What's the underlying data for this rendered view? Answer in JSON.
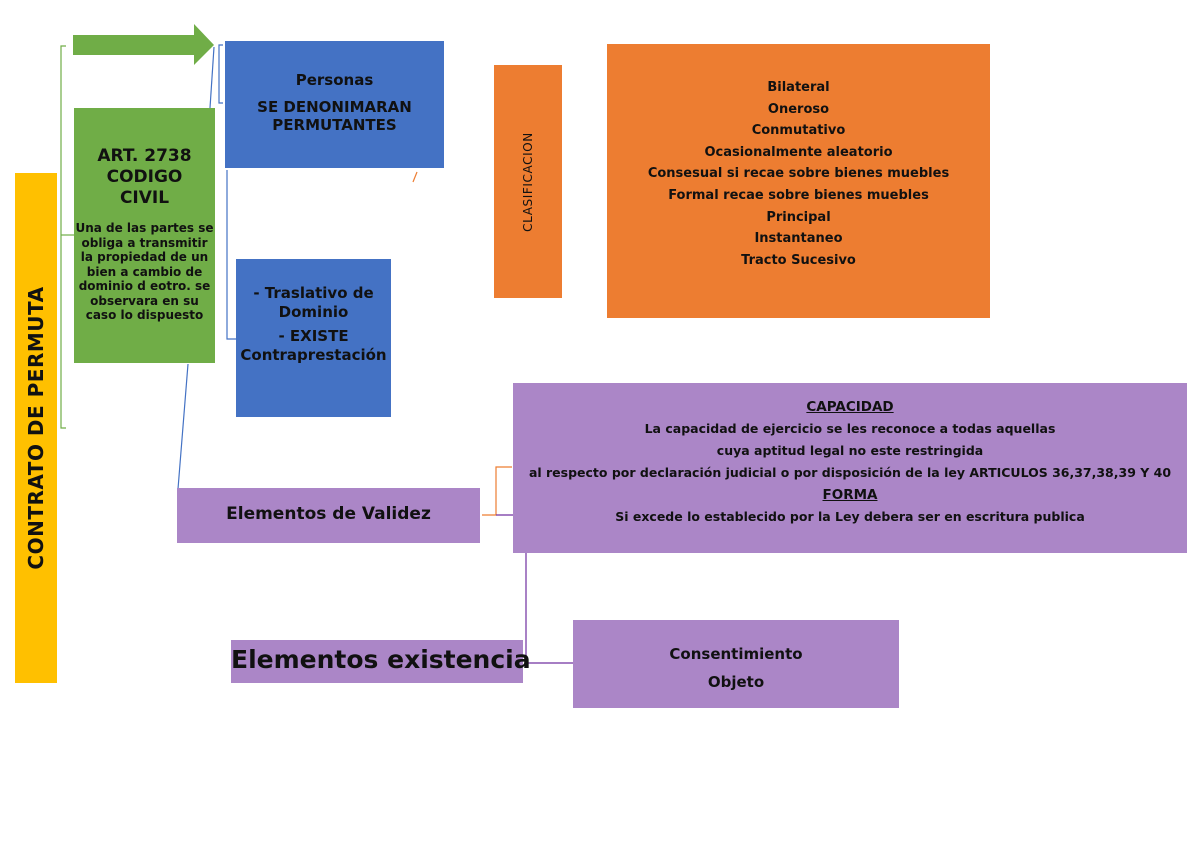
{
  "title": "CONTRATO DE PERMUTA",
  "colors": {
    "title_bar": "#ffc000",
    "article_box": "#70ad47",
    "arrow": "#70ad47",
    "personas_box": "#4472c4",
    "characteristics_box": "#4472c4",
    "classification": "#ed7d31",
    "elements": "#ab86c7",
    "connector_green": "#70ad47",
    "connector_blue": "#4472c4",
    "connector_orange": "#ed7d31",
    "connector_purple": "#7030a0"
  },
  "article": {
    "title_lines": [
      "ART. 2738",
      "CODIGO",
      "CIVIL"
    ],
    "description": "Una de las partes se obliga a transmitir la propiedad de un bien a cambio de dominio d eotro. se observara en su caso lo dispuesto"
  },
  "personas": {
    "label": "Personas",
    "description": "SE DENONIMARAN PERMUTANTES"
  },
  "characteristics": {
    "item1": "- Traslativo de Dominio",
    "item2": "- EXISTE Contraprestación"
  },
  "classification": {
    "label": "CLASIFICACION",
    "items": [
      "Bilateral",
      "Oneroso",
      "Conmutativo",
      "Ocasionalmente aleatorio",
      "Consesual si recae sobre bienes muebles",
      "Formal recae sobre bienes muebles",
      "Principal",
      "Instantaneo",
      "Tracto Sucesivo"
    ]
  },
  "validity": {
    "label": "Elementos de Validez",
    "capacity_heading": "CAPACIDAD",
    "capacity_lines": [
      "La capacidad de ejercicio se les reconoce a todas aquellas",
      "cuya aptitud legal  no este restringida",
      "al respecto por declaración judicial o por disposición de la ley ARTICULOS 36,37,38,39 Y 40"
    ],
    "form_heading": "FORMA",
    "form_text": "Si excede lo establecido por la Ley debera ser en escritura publica"
  },
  "existence": {
    "label": "Elementos existencia",
    "items": [
      "Consentimiento",
      "Objeto"
    ]
  }
}
